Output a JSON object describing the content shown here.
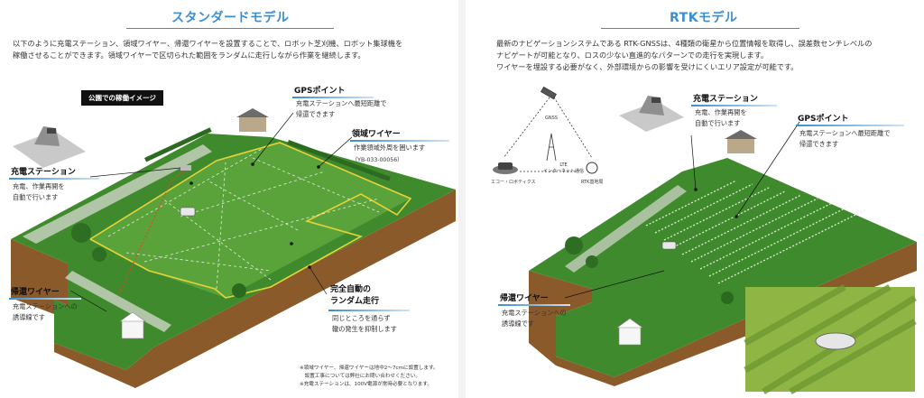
{
  "left": {
    "title": "スタンダードモデル",
    "intro": [
      "以下のように充電ステーション、領域ワイヤー、帰還ワイヤーを設置することで、ロボット芝刈機、ロボット集球機を",
      "稼働させることができます。領域ワイヤーで区切られた範囲をランダムに走行しながら作業を継続します。"
    ],
    "badge": "公園での稼働イメージ",
    "gps": {
      "title": "GPSポイント",
      "desc": [
        "充電ステーションへ最短距離で",
        "帰還できます"
      ]
    },
    "area_wire": {
      "title": "領域ワイヤー",
      "desc": [
        "作業領域外周を囲います"
      ],
      "code": "（YB-033-00056）"
    },
    "station": {
      "title": "充電ステーション",
      "desc": [
        "充電、作業再開を",
        "自動で行います"
      ]
    },
    "return_wire": {
      "title": "帰還ワイヤー",
      "desc": [
        "充電ステーションへの",
        "誘導線です"
      ]
    },
    "random": {
      "title_lines": [
        "完全自動の",
        "ランダム走行"
      ],
      "desc": [
        "同じところを通らず",
        "轍の発生を抑制します"
      ]
    },
    "footnotes": [
      "※領域ワイヤー、帰還ワイヤーは地中2〜7cmに設置します。",
      "　設置工事については弊社にお問い合わせください。",
      "※充電ステーションは、100V電源が常時必要となります。"
    ]
  },
  "right": {
    "title": "RTKモデル",
    "intro": [
      "最新のナビゲーションシステムである RTK-GNSSは、4種類の衛星から位置情報を取得し、誤差数センチレベルの",
      "ナビゲートが可能となり、ロスの少ない直進的なパターンでの走行を実現します。",
      "ワイヤーを埋設する必要がなく、外部環境からの影響を受けにくいエリア設定が可能です。"
    ],
    "gnss_label": "GNSS",
    "lte_label": [
      "LTE",
      "インターネット通信"
    ],
    "ecovacs_label": "エコー・ロボティクス",
    "rtk_station_label": "RTK基地局",
    "station": {
      "title": "充電ステーション",
      "desc": [
        "充電、作業再開を",
        "自動で行います"
      ]
    },
    "gps": {
      "title": "GPSポイント",
      "desc": [
        "充電ステーションへ最短距離で",
        "帰還できます"
      ]
    },
    "return_wire": {
      "title": "帰還ワイヤー",
      "desc": [
        "充電ステーションへの",
        "誘導線です"
      ]
    }
  },
  "colors": {
    "accent": "#3b8fd0",
    "grass": "#3f8a2c",
    "soil": "#8b5a2b",
    "area_wire": "#e8d23a",
    "return_wire": "#d84a2b"
  }
}
